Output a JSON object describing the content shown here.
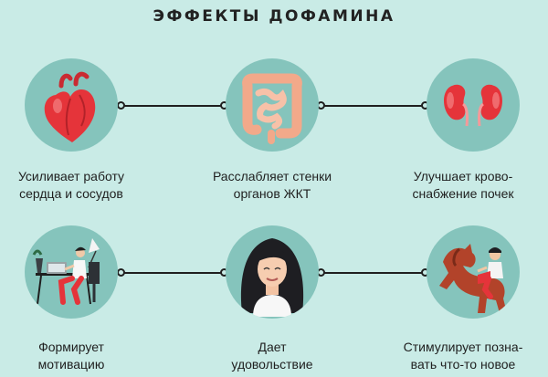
{
  "title": "ЭФФЕКТЫ ДОФАМИНА",
  "effects": [
    {
      "icon": "heart-icon",
      "lines": [
        "Усиливает работу",
        "сердца и сосудов"
      ]
    },
    {
      "icon": "intestines-icon",
      "lines": [
        "Расслабляет стенки",
        "органов ЖКТ"
      ]
    },
    {
      "icon": "kidneys-icon",
      "lines": [
        "Улучшает крово-",
        "снабжение почек"
      ]
    },
    {
      "icon": "desk-worker-icon",
      "lines": [
        "Формирует",
        "мотивацию"
      ]
    },
    {
      "icon": "smiling-woman-icon",
      "lines": [
        "Дает",
        "удовольствие"
      ]
    },
    {
      "icon": "horse-rider-icon",
      "lines": [
        "Стимулирует позна-",
        "вать что-то новое"
      ]
    }
  ],
  "colors": {
    "background": "#c9ebe6",
    "circle": "#85c4bc",
    "accent_red": "#e5343a",
    "accent_pink": "#ee8c8a"
  }
}
